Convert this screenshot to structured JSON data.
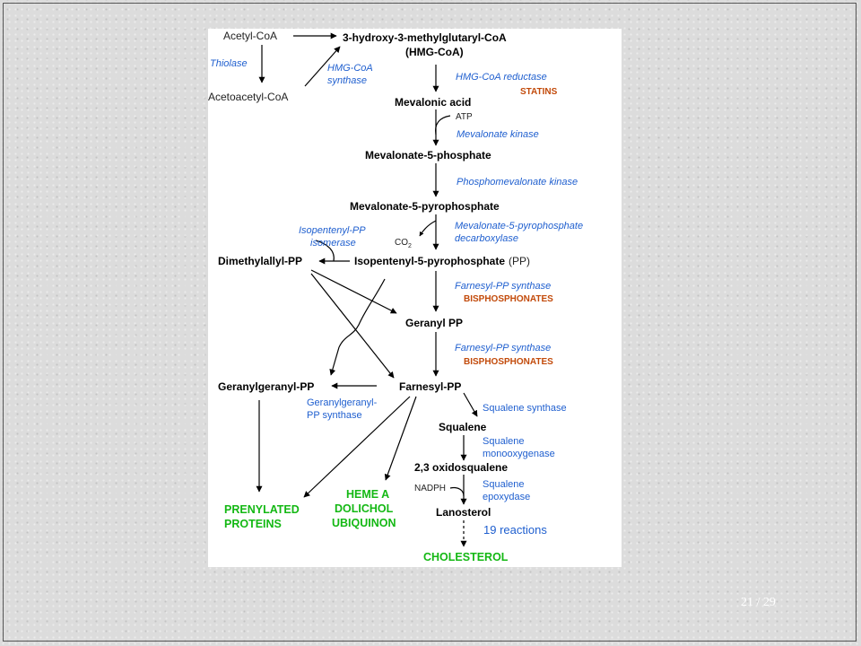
{
  "slide": {
    "page_current": "21",
    "page_separator": "/",
    "page_total": "29"
  },
  "metabolites": {
    "acetyl_coa": "Acetyl-CoA",
    "hmg_coa": "3-hydroxy-3-methylglutaryl-CoA",
    "hmg_coa_abbr": "(HMG-CoA)",
    "acetoacetyl_coa": "Acetoacetyl-CoA",
    "mevalonic_acid": "Mevalonic acid",
    "mevalonate_5_phosphate": "Mevalonate-5-phosphate",
    "mevalonate_5_pyrophosphate": "Mevalonate-5-pyrophosphate",
    "isopentenyl_pp": "Isopentenyl-5-pyrophosphate",
    "isopentenyl_pp_abbr": "(PP)",
    "dimethylallyl_pp": "Dimethylallyl-PP",
    "geranyl_pp": "Geranyl PP",
    "geranylgeranyl_pp": "Geranylgeranyl-PP",
    "farnesyl_pp": "Farnesyl-PP",
    "squalene": "Squalene",
    "oxidosqualene": "2,3 oxidosqualene",
    "lanosterol": "Lanosterol"
  },
  "cofactors": {
    "atp": "ATP",
    "co2": "CO",
    "co2_sub": "2",
    "nadph": "NADPH"
  },
  "enzymes": {
    "thiolase": "Thiolase",
    "hmg_synthase_1": "HMG-CoA",
    "hmg_synthase_2": "synthase",
    "hmg_reductase": "HMG-CoA reductase",
    "mevalonate_kinase": "Mevalonate kinase",
    "phosphomevalonate_kinase": "Phosphomevalonate kinase",
    "mpp_decarboxylase_1": "Mevalonate-5-pyrophosphate",
    "mpp_decarboxylase_2": "decarboxylase",
    "ipp_isomerase_1": "Isopentenyl-PP",
    "ipp_isomerase_2": "isomerase",
    "fpp_synthase_1": "Farnesyl-PP synthase",
    "fpp_synthase_2": "Farnesyl-PP synthase",
    "ggpp_synthase_1": "Geranylgeranyl-",
    "ggpp_synthase_2": "PP synthase",
    "squalene_synthase": "Squalene synthase",
    "squalene_monooxygenase_1": "Squalene",
    "squalene_monooxygenase_2": "monooxygenase",
    "squalene_epoxydase_1": "Squalene",
    "squalene_epoxydase_2": "epoxydase",
    "nineteen_reactions": "19 reactions"
  },
  "inhibitors": {
    "statins": "STATINS",
    "bisphosphonates_1": "BISPHOSPHONATES",
    "bisphosphonates_2": "BISPHOSPHONATES"
  },
  "products": {
    "prenylated_1": "PRENYLATED",
    "prenylated_2": "PROTEINS",
    "heme_a": "HEME A",
    "dolichol": "DOLICHOL",
    "ubiquinon": "UBIQUINON",
    "cholesterol": "CHOLESTEROL"
  },
  "colors": {
    "metabolite": "#000000",
    "enzyme": "#1f5fcf",
    "inhibitor": "#c24a0a",
    "product": "#14b814"
  }
}
